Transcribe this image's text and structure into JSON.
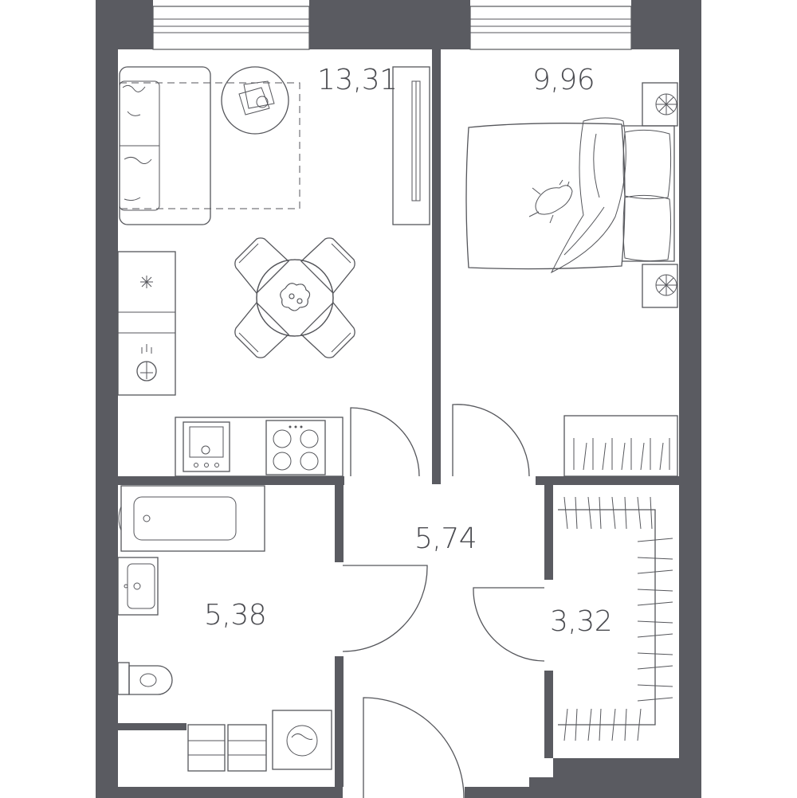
{
  "colors": {
    "wall": "#5a5b61",
    "line": "#55565b",
    "text": "#4a4b50",
    "background": "#ffffff"
  },
  "rooms": [
    {
      "id": "living_kitchen",
      "area": "13,31"
    },
    {
      "id": "bedroom",
      "area": "9,96"
    },
    {
      "id": "hall",
      "area": "5,74"
    },
    {
      "id": "bathroom",
      "area": "5,38"
    },
    {
      "id": "wardrobe",
      "area": "3,32"
    }
  ],
  "icons": [
    "sofa-icon",
    "coffee-table-icon",
    "tv-icon",
    "dining-table-icon",
    "fridge-icon",
    "sink-icon",
    "oven-icon",
    "cooktop-icon",
    "bed-icon",
    "nightstand-icon",
    "cat-icon",
    "radiator-icon",
    "bathtub-icon",
    "washbasin-icon",
    "toilet-icon",
    "washing-machine-icon",
    "door-icon",
    "window-icon"
  ]
}
